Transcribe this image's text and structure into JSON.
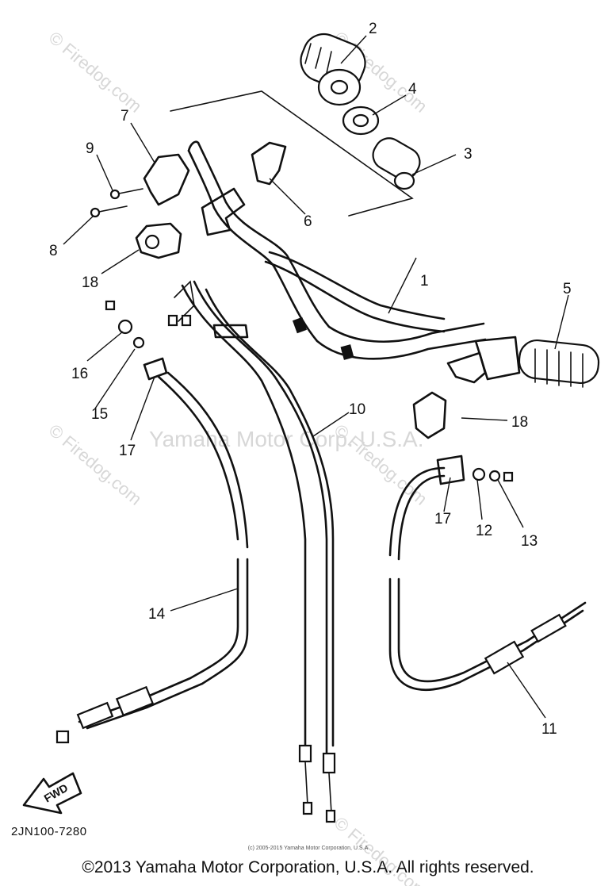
{
  "callouts": [
    "1",
    "2",
    "3",
    "4",
    "5",
    "6",
    "7",
    "8",
    "9",
    "10",
    "11",
    "12",
    "13",
    "14",
    "15",
    "16",
    "17",
    "17",
    "18",
    "18"
  ],
  "watermarks": {
    "center": "Yamaha Motor Corp. U.S.A.",
    "site": "© Firedog.com"
  },
  "fwd_label": "FWD",
  "diagram_code": "2JN100-7280",
  "small_copyright": "(c) 2005-2015 Yamaha Motor Corporation, U.S.A",
  "copyright": "©2013 Yamaha Motor Corporation, U.S.A. All rights reserved."
}
